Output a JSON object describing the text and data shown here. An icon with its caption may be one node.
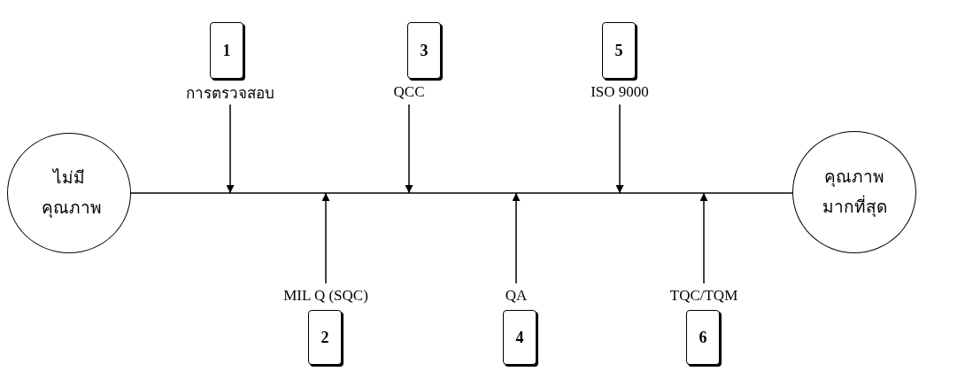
{
  "diagram": {
    "nodes": [
      {
        "text": [
          "ไม่มีคุณภาพ"
        ]
      },
      {
        "text": [
          "คุณภาพมากที่สุด"
        ]
      },
      {
        "text": [
          "1"
        ]
      },
      {
        "text": [
          "การตรวจสอบ"
        ]
      },
      {
        "text": [
          "3"
        ]
      },
      {
        "text": [
          "QCC"
        ]
      },
      {
        "text": [
          "5"
        ]
      },
      {
        "text": [
          "ISO 9000"
        ]
      },
      {
        "text": [
          "MIL Q (SQC)"
        ]
      },
      {
        "text": [
          "2"
        ]
      },
      {
        "text": [
          "QA"
        ]
      },
      {
        "text": [
          "4"
        ]
      },
      {
        "text": [
          "TQC/TQM"
        ]
      },
      {
        "text": [
          "6"
        ]
      }
    ],
    "edges": [
      {
        "from": 0,
        "to": 1,
        "arrow": "none"
      },
      {
        "from": 3,
        "to": null,
        "arrow": "to"
      },
      {
        "from": 5,
        "to": null,
        "arrow": "to"
      },
      {
        "from": 7,
        "to": null,
        "arrow": "to"
      },
      {
        "from": 8,
        "to": null,
        "arrow": "to"
      },
      {
        "from": 10,
        "to": null,
        "arrow": "to"
      },
      {
        "from": 12,
        "to": null,
        "arrow": "to"
      }
    ]
  }
}
